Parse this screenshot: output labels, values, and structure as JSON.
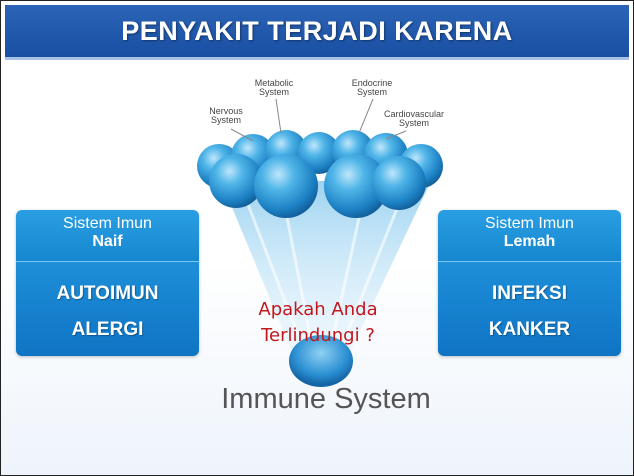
{
  "title": "PENYAKIT TERJADI KARENA",
  "left_panel": {
    "heading": "Sistem Imun",
    "subheading": "Naif",
    "items": [
      "AUTOIMUN",
      "ALERGI"
    ]
  },
  "right_panel": {
    "heading": "Sistem Imun",
    "subheading": "Lemah",
    "items": [
      "INFEKSI",
      "KANKER"
    ]
  },
  "systems": {
    "nervous": "Nervous System",
    "metabolic": "Metabolic System",
    "endocrine": "Endocrine System",
    "cardiovascular": "Cardiovascular System"
  },
  "question": "Apakah Anda Terlindungi ?",
  "immune_label": "Immune System",
  "colors": {
    "header": "#1a4fa3",
    "panel": "#1587cf",
    "sphere": "#3aa3dd",
    "question": "#c0181c"
  }
}
